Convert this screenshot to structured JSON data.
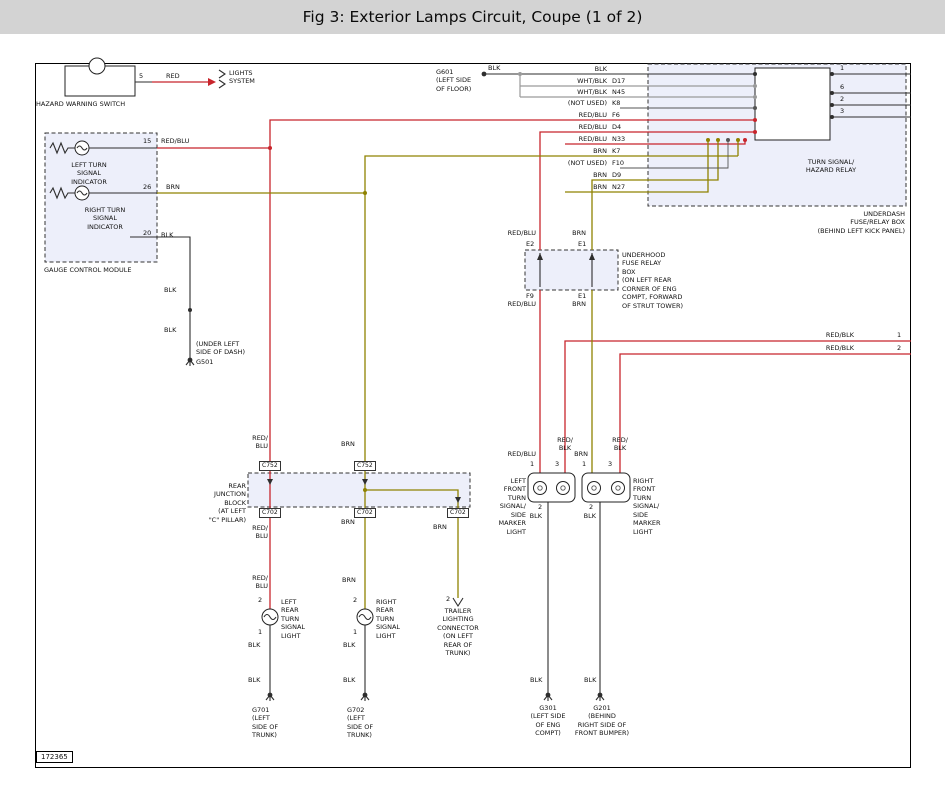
{
  "header": {
    "title": "Fig 3: Exterior Lamps Circuit, Coupe (1 of 2)"
  },
  "footer": {
    "diagram_id": "172365"
  },
  "colors": {
    "red_wire": "#c8252c",
    "brown_wire": "#8f8200",
    "black_wire": "#2e2e2e",
    "gray_wire": "#9a9a9a",
    "box_fill": "#edeffa",
    "header_bg": "#d3d3d3"
  },
  "hazard": {
    "label": "HAZARD WARNING SWITCH",
    "pin": "5",
    "wire": "RED",
    "dest": "LIGHTS\nSYSTEM"
  },
  "gauge": {
    "label": "GAUGE CONTROL MODULE",
    "left_indicator": "LEFT TURN\nSIGNAL\nINDICATOR",
    "right_indicator": "RIGHT TURN\nSIGNAL\nINDICATOR",
    "pin_left": "15",
    "wire_left": "RED/BLU",
    "pin_right": "26",
    "wire_right": "BRN",
    "pin_gnd": "20",
    "wire_gnd": "BLK"
  },
  "g501": {
    "blk_upper": "BLK",
    "blk_lower": "BLK",
    "note": "(UNDER LEFT\nSIDE OF DASH)",
    "name": "G501"
  },
  "g601": {
    "label": "G601\n(LEFT SIDE\nOF FLOOR)",
    "blk_left": "BLK"
  },
  "underdash": {
    "rows": [
      {
        "wire": "BLK",
        "pin": ""
      },
      {
        "wire": "WHT/BLK",
        "pin": "D17"
      },
      {
        "wire": "WHT/BLK",
        "pin": "N45"
      },
      {
        "wire": "(NOT USED)",
        "pin": "K8"
      },
      {
        "wire": "RED/BLU",
        "pin": "F6"
      },
      {
        "wire": "RED/BLU",
        "pin": "D4"
      },
      {
        "wire": "RED/BLU",
        "pin": "N33"
      },
      {
        "wire": "BRN",
        "pin": "K7"
      },
      {
        "wire": "(NOT USED)",
        "pin": "F10"
      },
      {
        "wire": "BRN",
        "pin": "D9"
      },
      {
        "wire": "BRN",
        "pin": "N27"
      }
    ],
    "out_pins": [
      "1",
      "6",
      "2",
      "3"
    ],
    "relay_label": "TURN SIGNAL/\nHAZARD RELAY",
    "box_label": "UNDERDASH\nFUSE/RELAY BOX\n(BEHIND LEFT KICK PANEL)"
  },
  "underhood": {
    "wire_top_left": "RED/BLU",
    "pin_top_left": "E2",
    "wire_top_right": "BRN",
    "pin_top_right": "E1",
    "pin_bot_left": "F9",
    "wire_bot_left": "RED/BLU",
    "pin_bot_right": "E1",
    "wire_bot_right": "BRN",
    "box_label": "UNDERHOOD\nFUSE RELAY\nBOX\n(ON LEFT REAR\nCORNER OF ENG\nCOMPT, FORWARD\nOF STRUT TOWER)"
  },
  "redblk": {
    "wire1": "RED/BLK",
    "pin1": "1",
    "wire2": "RED/BLK",
    "pin2": "2"
  },
  "junction": {
    "label": "REAR\nJUNCTION\nBLOCK\n(AT LEFT\n\"C\" PILLAR)",
    "c752": "C752",
    "c702": "C702",
    "wire_red_top": "RED/\nBLU",
    "wire_brn_top": "BRN",
    "wire_red_bot": "RED/\nBLU",
    "wire_brn_bot": "BRN",
    "wire_brn_trailer": "BRN"
  },
  "rear_left": {
    "wire": "RED/\nBLU",
    "pin_top": "2",
    "pin_bot": "1",
    "label": "LEFT\nREAR\nTURN\nSIGNAL\nLIGHT",
    "blk1": "BLK",
    "blk2": "BLK",
    "ground": "G701\n(LEFT\nSIDE OF\nTRUNK)"
  },
  "rear_right": {
    "wire": "BRN",
    "pin_top": "2",
    "pin_bot": "1",
    "label": "RIGHT\nREAR\nTURN\nSIGNAL\nLIGHT",
    "blk1": "BLK",
    "blk2": "BLK",
    "ground": "G702\n(LEFT\nSIDE OF\nTRUNK)"
  },
  "trailer": {
    "pin": "2",
    "label": "TRAILER\nLIGHTING\nCONNECTOR\n(ON LEFT\nREAR OF\nTRUNK)"
  },
  "front_left": {
    "wire1": "RED/BLU",
    "wire3": "RED/\nBLK",
    "pin1": "1",
    "pin3": "3",
    "pin2": "2",
    "blk": "BLK",
    "blk2": "BLK",
    "label": "LEFT\nFRONT\nTURN\nSIGNAL/\nSIDE\nMARKER\nLIGHT",
    "ground": "G301\n(LEFT SIDE\nOF ENG\nCOMPT)"
  },
  "front_right": {
    "wire1": "BRN",
    "wire3": "RED/\nBLK",
    "pin1": "1",
    "pin3": "3",
    "pin2": "2",
    "blk": "BLK",
    "blk2": "BLK",
    "label": "RIGHT\nFRONT\nTURN\nSIGNAL/\nSIDE\nMARKER\nLIGHT",
    "ground": "G201\n(BEHIND\nRIGHT SIDE OF\nFRONT BUMPER)"
  }
}
